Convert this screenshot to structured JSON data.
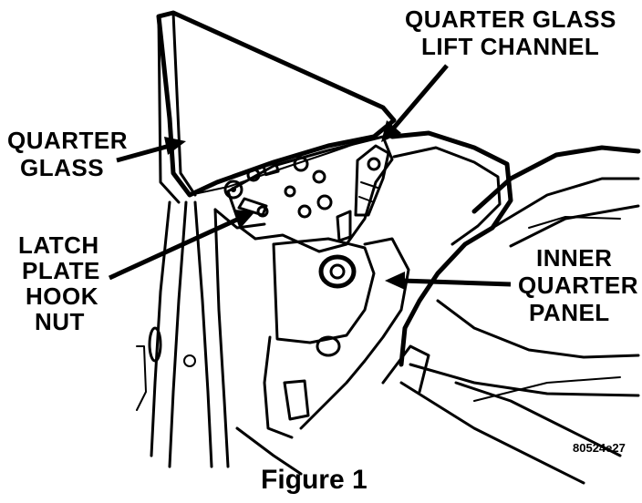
{
  "labels": {
    "quarter_glass": [
      "QUARTER",
      "GLASS"
    ],
    "quarter_glass_lift_channel": [
      "QUARTER GLASS",
      "LIFT CHANNEL"
    ],
    "latch_plate_hook_nut": [
      "LATCH",
      "PLATE",
      "HOOK",
      "NUT"
    ],
    "inner_quarter_panel": [
      "INNER",
      "QUARTER",
      "PANEL"
    ]
  },
  "figure_code": "80524e27",
  "caption": "Figure 1"
}
